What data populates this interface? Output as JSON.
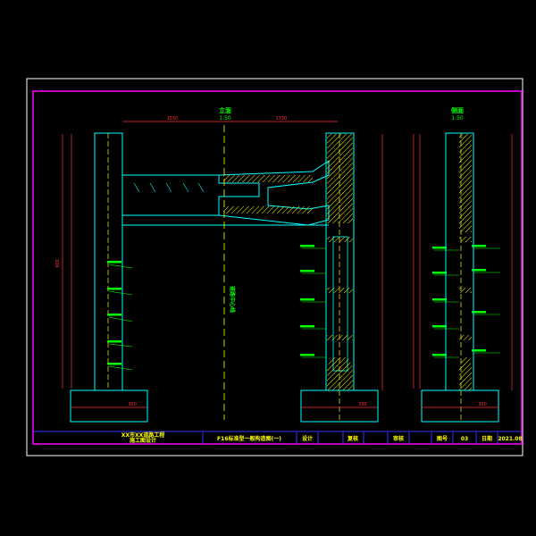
{
  "colors": {
    "background": "#000000",
    "outer_frame": "#ffffff",
    "border": "#ff00ff",
    "structure": "#00ffff",
    "dimension": "#ff3333",
    "label": "#00ff00",
    "hatch": "#ffff00",
    "centerline": "#ffff00",
    "titleblock_text": "#ffff00",
    "titleblock_text_red": "#ff3333",
    "frame_blue": "#3333ff"
  },
  "views": {
    "front": {
      "title": "立面",
      "scale": "1:50"
    },
    "side": {
      "title": "侧面",
      "scale": "1:50"
    }
  },
  "annotations": {
    "centerline_label": "道路中心线",
    "dim_top_left": "1550",
    "dim_top_right": "1750",
    "dim_height": "900",
    "dim_base_left": "350",
    "dim_base_right": "350",
    "dim_base_side": "350"
  },
  "title_block": {
    "project": "XX市XX道路工程",
    "subproject": "施工图设计",
    "drawing_title": "F16标准型一般构造图(一)",
    "design_label": "设计",
    "review_label": "复核",
    "approve_label": "审核",
    "drawing_no_label": "图号",
    "drawing_no": "03",
    "date_label": "日期",
    "date": "2021.08"
  },
  "icons": {
    "hatch": "concrete-hatch-icon"
  }
}
